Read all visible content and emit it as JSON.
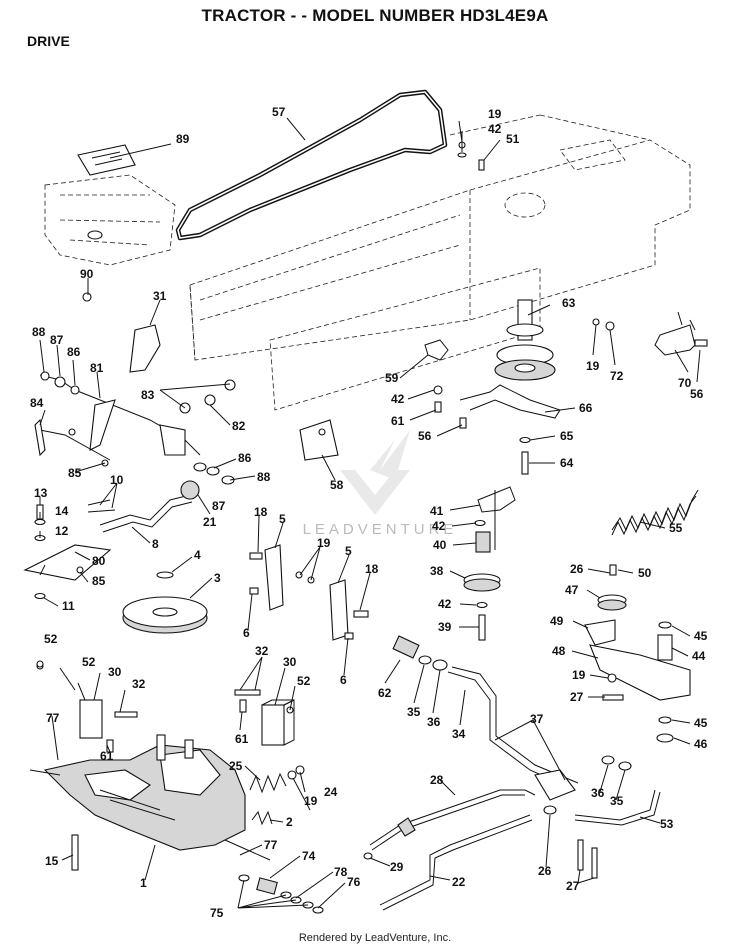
{
  "header": {
    "title": "TRACTOR - - MODEL NUMBER HD3L4E9A",
    "section": "DRIVE"
  },
  "footer": {
    "credit": "Rendered by LeadVenture, Inc."
  },
  "watermark": {
    "text": "LEADVENTURE"
  },
  "callouts": [
    "89",
    "57",
    "19",
    "42",
    "51",
    "90",
    "31",
    "88",
    "87",
    "86",
    "81",
    "83",
    "82",
    "84",
    "85",
    "86",
    "88",
    "87",
    "21",
    "10",
    "13",
    "14",
    "12",
    "8",
    "80",
    "85",
    "11",
    "4",
    "3",
    "18",
    "5",
    "19",
    "5",
    "18",
    "6",
    "6",
    "58",
    "59",
    "42",
    "61",
    "56",
    "63",
    "19",
    "72",
    "70",
    "56",
    "66",
    "65",
    "64",
    "41",
    "42",
    "40",
    "38",
    "42",
    "39",
    "55",
    "26",
    "50",
    "47",
    "49",
    "48",
    "19",
    "27",
    "45",
    "44",
    "45",
    "46",
    "52",
    "52",
    "30",
    "32",
    "77",
    "61",
    "32",
    "30",
    "52",
    "61",
    "62",
    "35",
    "36",
    "34",
    "37",
    "25",
    "19",
    "24",
    "2",
    "28",
    "36",
    "35",
    "53",
    "26",
    "29",
    "22",
    "27",
    "15",
    "1",
    "77",
    "74",
    "78",
    "76",
    "75"
  ]
}
